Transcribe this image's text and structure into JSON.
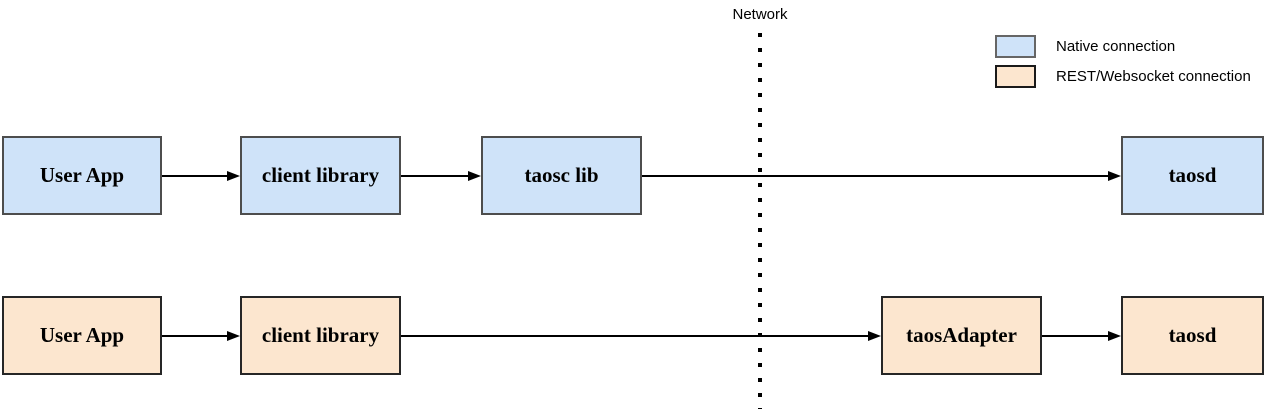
{
  "network_label": "Network",
  "legend": {
    "items": [
      {
        "label": "Native connection",
        "swatch": "native-connection-swatch",
        "color": "#cfe3f9"
      },
      {
        "label": "REST/Websocket connection",
        "swatch": "rest-websocket-connection-swatch",
        "color": "#fce6cf"
      }
    ]
  },
  "nodes": {
    "native_user_app": "User App",
    "native_client_library": "client library",
    "taosc_lib": "taosc lib",
    "native_taosd": "taosd",
    "rest_user_app": "User App",
    "rest_client_library": "client library",
    "taosadapter": "taosAdapter",
    "rest_taosd": "taosd"
  },
  "colors": {
    "native_fill": "#cfe3f9",
    "native_border": "#4d4d4d",
    "rest_fill": "#fce6cf",
    "rest_border": "#262626",
    "arrow": "#000000"
  }
}
